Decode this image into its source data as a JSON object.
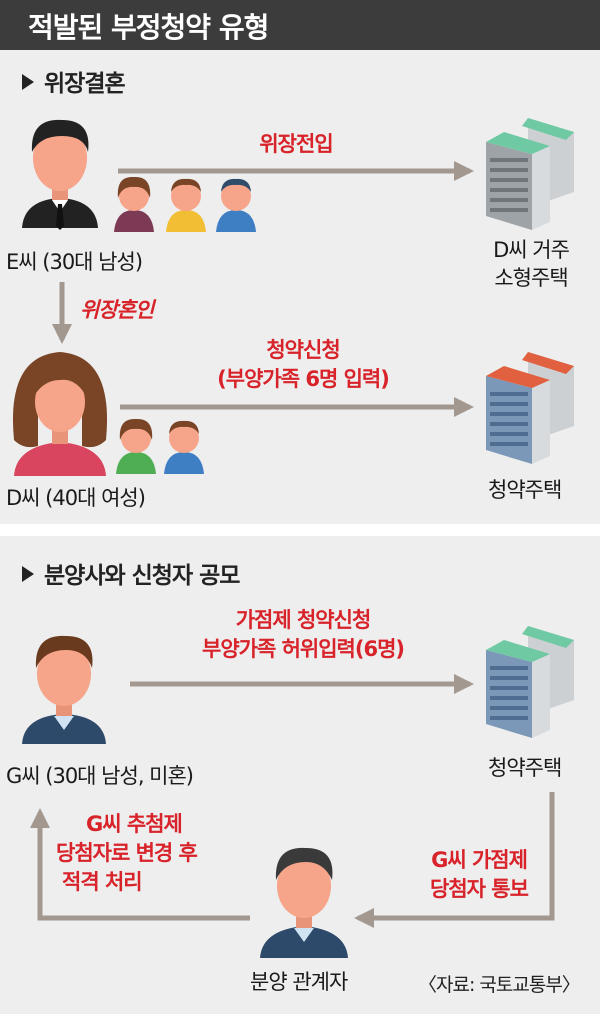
{
  "title": "적발된 부정청약 유형",
  "section1": {
    "heading": "위장결혼",
    "person_e": "E씨 (30대 남성)",
    "arrow_top": "위장전입",
    "house_top": [
      "D씨 거주",
      "소형주택"
    ],
    "arrow_down": "위장혼인",
    "arrow_mid": [
      "청약신청",
      "(부양가족 6명 입력)"
    ],
    "person_d": "D씨 (40대 여성)",
    "house_mid": "청약주택"
  },
  "section2": {
    "heading": "분양사와 신청자 공모",
    "arrow_top": [
      "가점제 청약신청",
      "부양가족 허위입력(6명)"
    ],
    "person_g": "G씨 (30대 남성, 미혼)",
    "house": "청약주택",
    "notify": [
      "G씨 가점제",
      "당첨자 통보"
    ],
    "change": [
      "G씨 추첨제",
      "당첨자로 변경 후",
      "적격 처리"
    ],
    "agent": "분양 관계자"
  },
  "source": "〈자료: 국토교통부〉",
  "colors": {
    "title_bg": "#3c3c3c",
    "panel_bg": "#eeeeee",
    "arrow": "#a29890",
    "highlight_red": "#d8232a",
    "skin": "#f6a58a",
    "roof_green": "#6fcaa4",
    "roof_orange": "#e06040"
  }
}
